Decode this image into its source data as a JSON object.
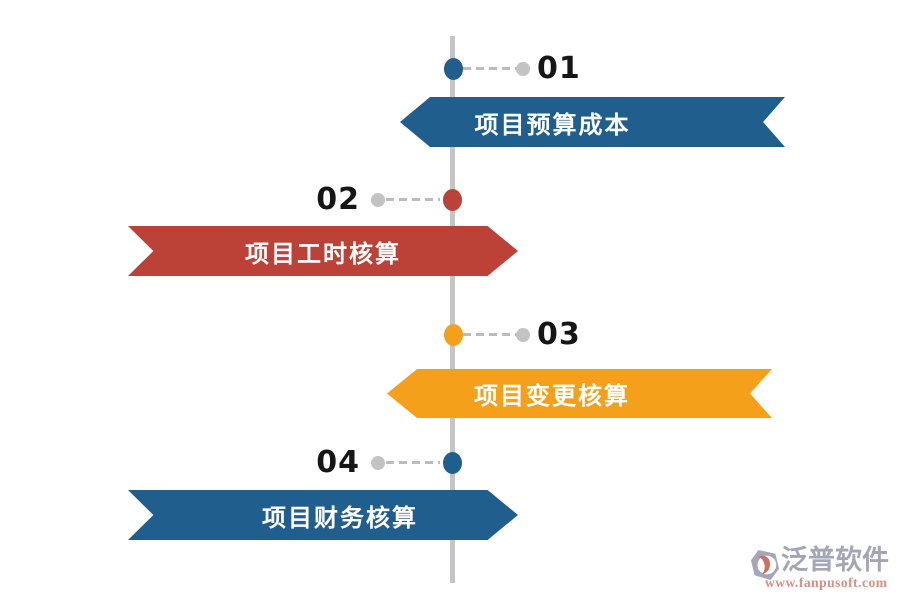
{
  "diagram": {
    "title_hint": "project-accounting-timeline",
    "axis_color": "#c5c5c5",
    "items": [
      {
        "number": "01",
        "label": "项目预算成本",
        "side": "right",
        "color": "#205e8d"
      },
      {
        "number": "02",
        "label": "项目工时核算",
        "side": "left",
        "color": "#bc4136"
      },
      {
        "number": "03",
        "label": "项目变更核算",
        "side": "right",
        "color": "#f5a01b"
      },
      {
        "number": "04",
        "label": "项目财务核算",
        "side": "left",
        "color": "#205e8d"
      }
    ],
    "colors": {
      "blue": "#205e8d",
      "red": "#bc4136",
      "orange": "#f5a01b",
      "gray_dot": "#c3c3c3",
      "dash_gray": "#bcbcbc",
      "number_text": "#161616",
      "banner_text": "#ffffff"
    }
  },
  "watermark": {
    "brand_name": "泛普软件",
    "website": "www.fanpusoft.com",
    "icon": "fanpu-hexagon-leaf-logo",
    "brand_color": "#a5a5b8",
    "url_color": "#dc8e85"
  }
}
